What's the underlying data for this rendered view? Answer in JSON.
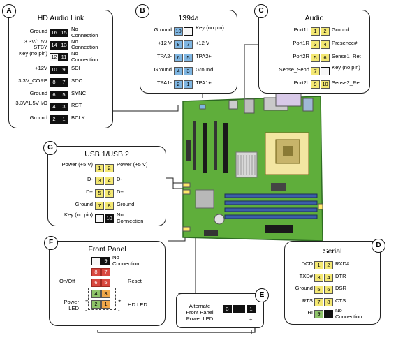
{
  "colors": {
    "board": "#5fae3b",
    "board_dark": "#2e6c22",
    "pin_black": "#111111",
    "pin_blue": "#7fb6e2",
    "pin_yellow": "#f4e873",
    "pin_red": "#d8473f",
    "pin_orange": "#f0a84a",
    "pin_green": "#8fc46a"
  },
  "panels": {
    "A": {
      "badge": "A",
      "title": "HD Audio Link",
      "rows": [
        {
          "left": "Ground",
          "p1": "16",
          "p2": "15",
          "right": "No Connection",
          "c1": "blk",
          "c2": "blk"
        },
        {
          "left": "3.3V/1.5V STBY",
          "p1": "14",
          "p2": "13",
          "right": "No Connection",
          "c1": "blk",
          "c2": "blk"
        },
        {
          "left": "Key (no pin)",
          "p1": "12",
          "p2": "11",
          "right": "No Connection",
          "c1": "wht",
          "c2": "blk"
        },
        {
          "left": "+12V",
          "p1": "10",
          "p2": "9",
          "right": "SDI",
          "c1": "blk",
          "c2": "blk"
        },
        {
          "left": "3.3V_CORE",
          "p1": "8",
          "p2": "7",
          "right": "SDO",
          "c1": "blk",
          "c2": "blk"
        },
        {
          "left": "Ground",
          "p1": "6",
          "p2": "5",
          "right": "SYNC",
          "c1": "blk",
          "c2": "blk"
        },
        {
          "left": "3.3V/1.5V I/O",
          "p1": "4",
          "p2": "3",
          "right": "RST",
          "c1": "blk",
          "c2": "blk"
        },
        {
          "left": "Ground",
          "p1": "2",
          "p2": "1",
          "right": "BCLK",
          "c1": "blk",
          "c2": "blk"
        }
      ]
    },
    "B": {
      "badge": "B",
      "title": "1394a",
      "rows": [
        {
          "left": "Ground",
          "p1": "10",
          "p2": "",
          "right": "Key (no pin)",
          "c1": "blu",
          "c2": "wht"
        },
        {
          "left": "+12 V",
          "p1": "8",
          "p2": "7",
          "right": "+12 V",
          "c1": "blu",
          "c2": "blu"
        },
        {
          "left": "TPA2-",
          "p1": "6",
          "p2": "5",
          "right": "TPA2+",
          "c1": "blu",
          "c2": "blu"
        },
        {
          "left": "Ground",
          "p1": "4",
          "p2": "3",
          "right": "Ground",
          "c1": "blu",
          "c2": "blu"
        },
        {
          "left": "TPA1-",
          "p1": "2",
          "p2": "1",
          "right": "TPA1+",
          "c1": "blu",
          "c2": "blu"
        }
      ]
    },
    "C": {
      "badge": "C",
      "title": "Audio",
      "rows": [
        {
          "left": "Port1L",
          "p1": "1",
          "p2": "2",
          "right": "Ground",
          "c1": "yel",
          "c2": "yel"
        },
        {
          "left": "Port1R",
          "p1": "3",
          "p2": "4",
          "right": "Presence#",
          "c1": "yel",
          "c2": "yel"
        },
        {
          "left": "Port2R",
          "p1": "5",
          "p2": "6",
          "right": "Sense1_Ret",
          "c1": "yel",
          "c2": "yel"
        },
        {
          "left": "Sense_Send",
          "p1": "7",
          "p2": "",
          "right": "Key (no pin)",
          "c1": "yel",
          "c2": "wht"
        },
        {
          "left": "Port2L",
          "p1": "9",
          "p2": "10",
          "right": "Sense2_Ret",
          "c1": "yel",
          "c2": "yel"
        }
      ]
    },
    "G": {
      "badge": "G",
      "title": "USB 1/USB 2",
      "rows": [
        {
          "left": "Power (+5 V)",
          "p1": "1",
          "p2": "2",
          "right": "Power (+5 V)",
          "c1": "yel",
          "c2": "yel"
        },
        {
          "left": "D-",
          "p1": "3",
          "p2": "4",
          "right": "D-",
          "c1": "yel",
          "c2": "yel"
        },
        {
          "left": "D+",
          "p1": "5",
          "p2": "6",
          "right": "D+",
          "c1": "yel",
          "c2": "yel"
        },
        {
          "left": "Ground",
          "p1": "7",
          "p2": "8",
          "right": "Ground",
          "c1": "yel",
          "c2": "yel"
        },
        {
          "left": "Key (no pin)",
          "p1": "",
          "p2": "10",
          "right": "No Connection",
          "c1": "wht",
          "c2": "blk"
        }
      ]
    },
    "F": {
      "badge": "F",
      "title": "Front Panel",
      "rows": [
        {
          "left": "",
          "p1": "",
          "p2": "9",
          "right": "No Connection",
          "c1": "wht",
          "c2": "blk"
        },
        {
          "left": "",
          "p1": "8",
          "p2": "7",
          "right": "",
          "c1": "red",
          "c2": "red"
        },
        {
          "left": "",
          "p1": "6",
          "p2": "5",
          "right": "",
          "c1": "red",
          "c2": "red"
        },
        {
          "left": "",
          "p1": "4",
          "p2": "3",
          "right": "",
          "c1": "grn",
          "c2": "org"
        },
        {
          "left": "",
          "p1": "2",
          "p2": "1",
          "right": "",
          "c1": "grn",
          "c2": "org"
        }
      ],
      "on_off": "On/Off",
      "reset": "Reset",
      "power_led": "Power LED",
      "hd_led": "HD LED",
      "plus1": "+",
      "minus1": "-",
      "plus2": "+",
      "minus2": "-"
    },
    "D": {
      "badge": "D",
      "title": "Serial",
      "rows": [
        {
          "left": "DCD",
          "p1": "1",
          "p2": "2",
          "right": "RXD#",
          "c1": "yel",
          "c2": "yel"
        },
        {
          "left": "TXD#",
          "p1": "3",
          "p2": "4",
          "right": "DTR",
          "c1": "yel",
          "c2": "yel"
        },
        {
          "left": "Ground",
          "p1": "5",
          "p2": "6",
          "right": "DSR",
          "c1": "yel",
          "c2": "yel"
        },
        {
          "left": "RTS",
          "p1": "7",
          "p2": "8",
          "right": "CTS",
          "c1": "yel",
          "c2": "yel"
        },
        {
          "left": "RI",
          "p1": "9",
          "p2": "",
          "right": "No Connection",
          "c1": "grn",
          "c2": "blk"
        }
      ]
    },
    "E": {
      "badge": "E",
      "label": "Alternate Front Panel Power LED",
      "p1": "3",
      "p2": "1",
      "minus": "–",
      "plus": "+"
    }
  }
}
